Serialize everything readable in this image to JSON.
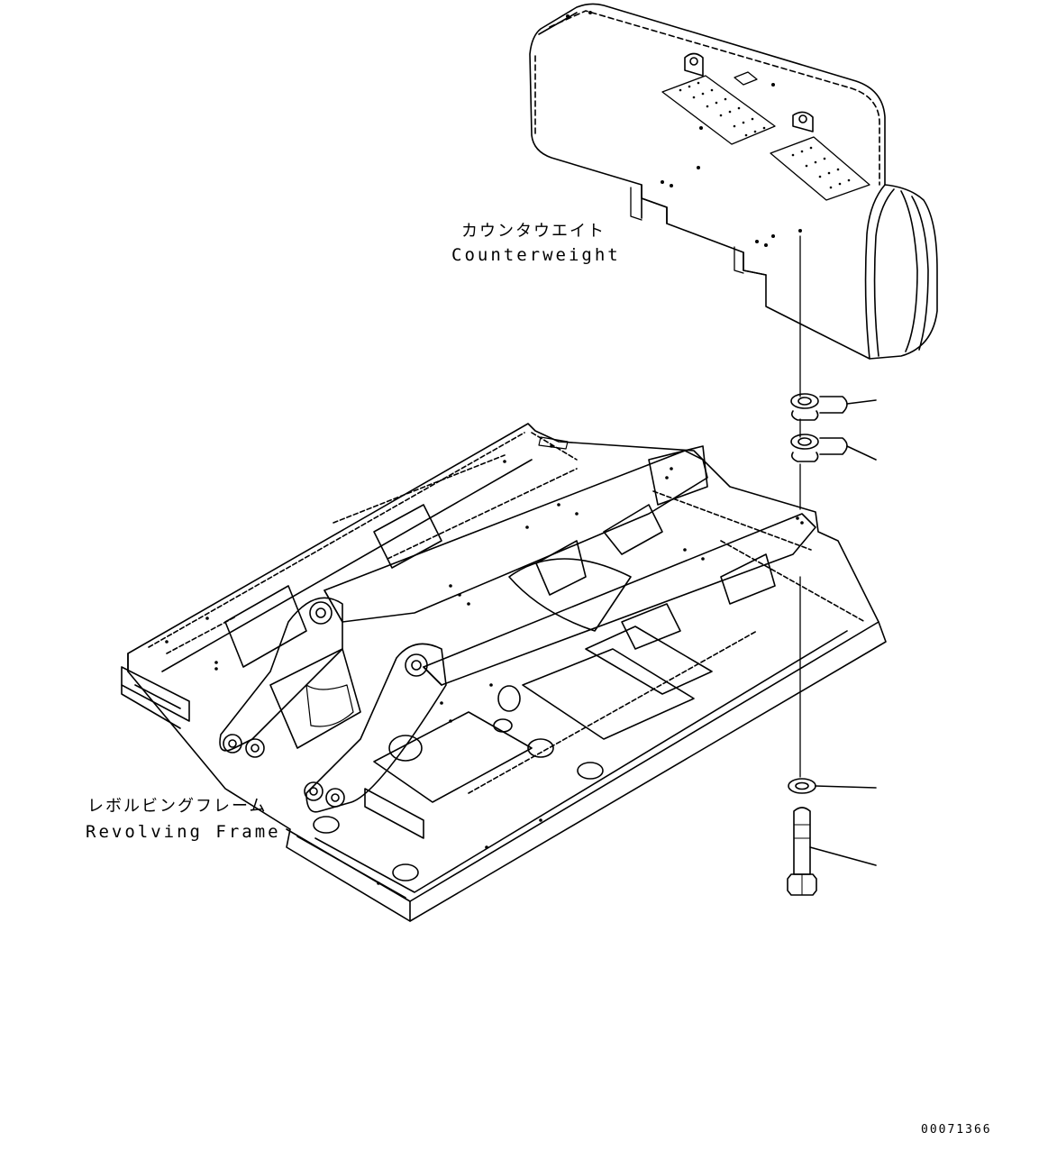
{
  "labels": {
    "counterweight_jp": "カウンタウエイト",
    "counterweight_en": "Counterweight",
    "frame_jp": "レボルビングフレーム",
    "frame_en": "Revolving Frame"
  },
  "document_id": "00071366",
  "colors": {
    "line": "#000000",
    "background": "#ffffff"
  }
}
